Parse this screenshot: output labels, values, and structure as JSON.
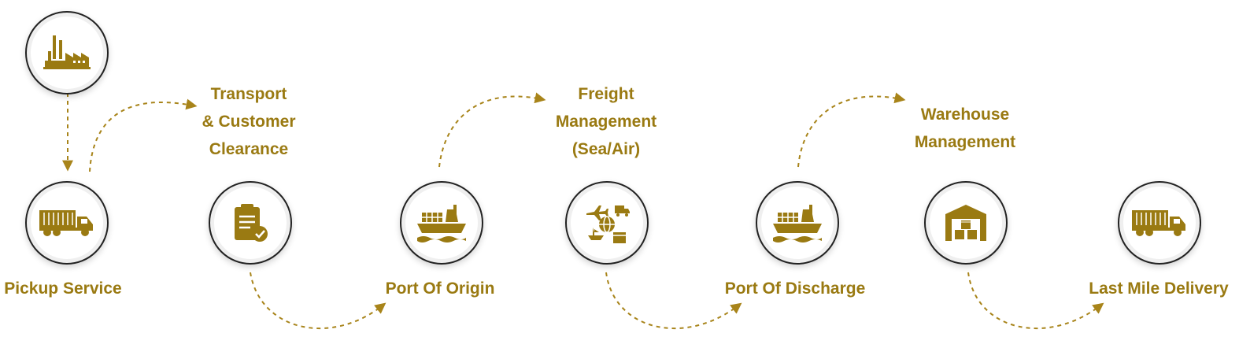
{
  "colors": {
    "accent": "#9a7a12",
    "ring": "#222222",
    "line": "#a8841a"
  },
  "nodes": [
    {
      "id": "factory",
      "icon": "factory-icon",
      "label": ""
    },
    {
      "id": "pickup",
      "icon": "truck-icon",
      "label": "Pickup Service"
    },
    {
      "id": "transport",
      "icon": "clipboard-check-icon",
      "label": "Transport\n& Customer\nClearance"
    },
    {
      "id": "origin",
      "icon": "cargo-ship-icon",
      "label": "Port Of Origin"
    },
    {
      "id": "freight",
      "icon": "global-freight-icon",
      "label": "Freight\nManagement\n(Sea/Air)"
    },
    {
      "id": "discharge",
      "icon": "cargo-ship-icon",
      "label": "Port Of Discharge"
    },
    {
      "id": "warehouse",
      "icon": "warehouse-icon",
      "label": "Warehouse\nManagement"
    },
    {
      "id": "delivery",
      "icon": "truck-icon",
      "label": "Last Mile Delivery"
    }
  ],
  "labels": {
    "pickup": "Pickup Service",
    "transport_1": "Transport",
    "transport_2": "& Customer",
    "transport_3": "Clearance",
    "origin": "Port Of Origin",
    "freight_1": "Freight",
    "freight_2": "Management",
    "freight_3": "(Sea/Air)",
    "discharge": "Port Of Discharge",
    "warehouse_1": "Warehouse",
    "warehouse_2": "Management",
    "delivery": "Last Mile Delivery"
  }
}
